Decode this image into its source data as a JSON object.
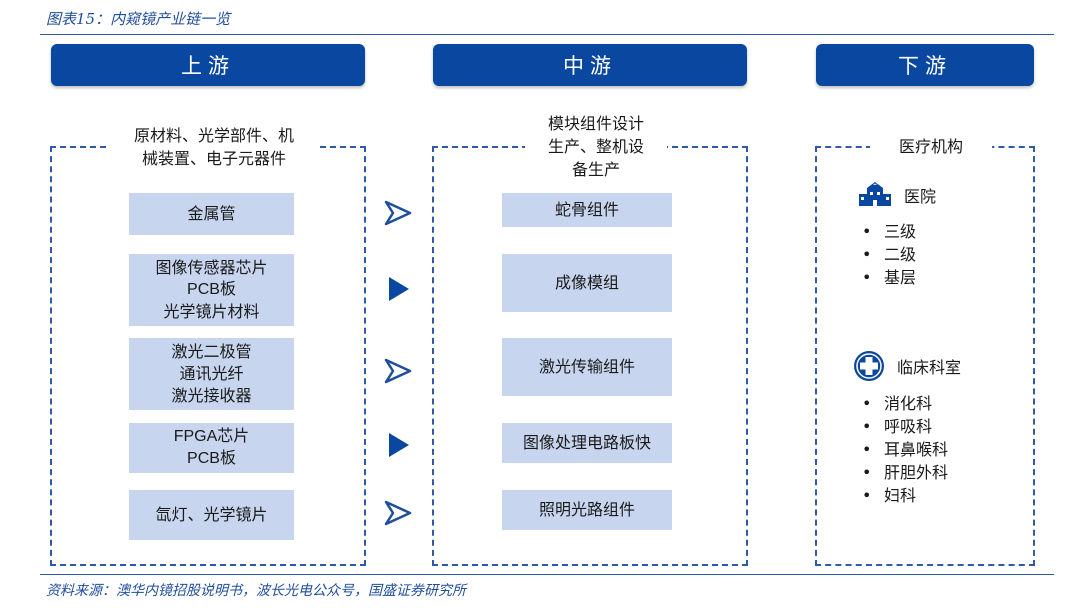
{
  "figure_title": "图表15：内窥镜产业链一览",
  "source_note": "资料来源：澳华内镜招股说明书，波长光电公众号，国盛证券研究所",
  "colors": {
    "header_blue": "#0a47a1",
    "box_fill": "#c7d5ee",
    "dashed_border": "#2e5aa8"
  },
  "stages": {
    "upstream": {
      "header": "上游",
      "caption": [
        "原材料、光学部件、机",
        "械装置、电子元器件"
      ],
      "items": [
        [
          "金属管"
        ],
        [
          "图像传感器芯片",
          "PCB板",
          "光学镜片材料"
        ],
        [
          "激光二极管",
          "通讯光纤",
          "激光接收器"
        ],
        [
          "FPGA芯片",
          "PCB板"
        ],
        [
          "氙灯、光学镜片"
        ]
      ]
    },
    "midstream": {
      "header": "中游",
      "caption": [
        "模块组件设计",
        "生产、整机设",
        "备生产"
      ],
      "items": [
        "蛇骨组件",
        "成像模组",
        "激光传输组件",
        "图像处理电路板快",
        "照明光路组件"
      ]
    },
    "downstream": {
      "header": "下游",
      "caption": "医疗机构",
      "groups": [
        {
          "title": "医院",
          "icon": "hospital-icon",
          "items": [
            "三级",
            "二级",
            "基层"
          ]
        },
        {
          "title": "临床科室",
          "icon": "medical-cross-icon",
          "items": [
            "消化科",
            "呼吸科",
            "耳鼻喉科",
            "肝胆外科",
            "妇科"
          ]
        }
      ]
    }
  },
  "arrows": [
    "outline",
    "solid",
    "outline",
    "solid",
    "outline"
  ]
}
